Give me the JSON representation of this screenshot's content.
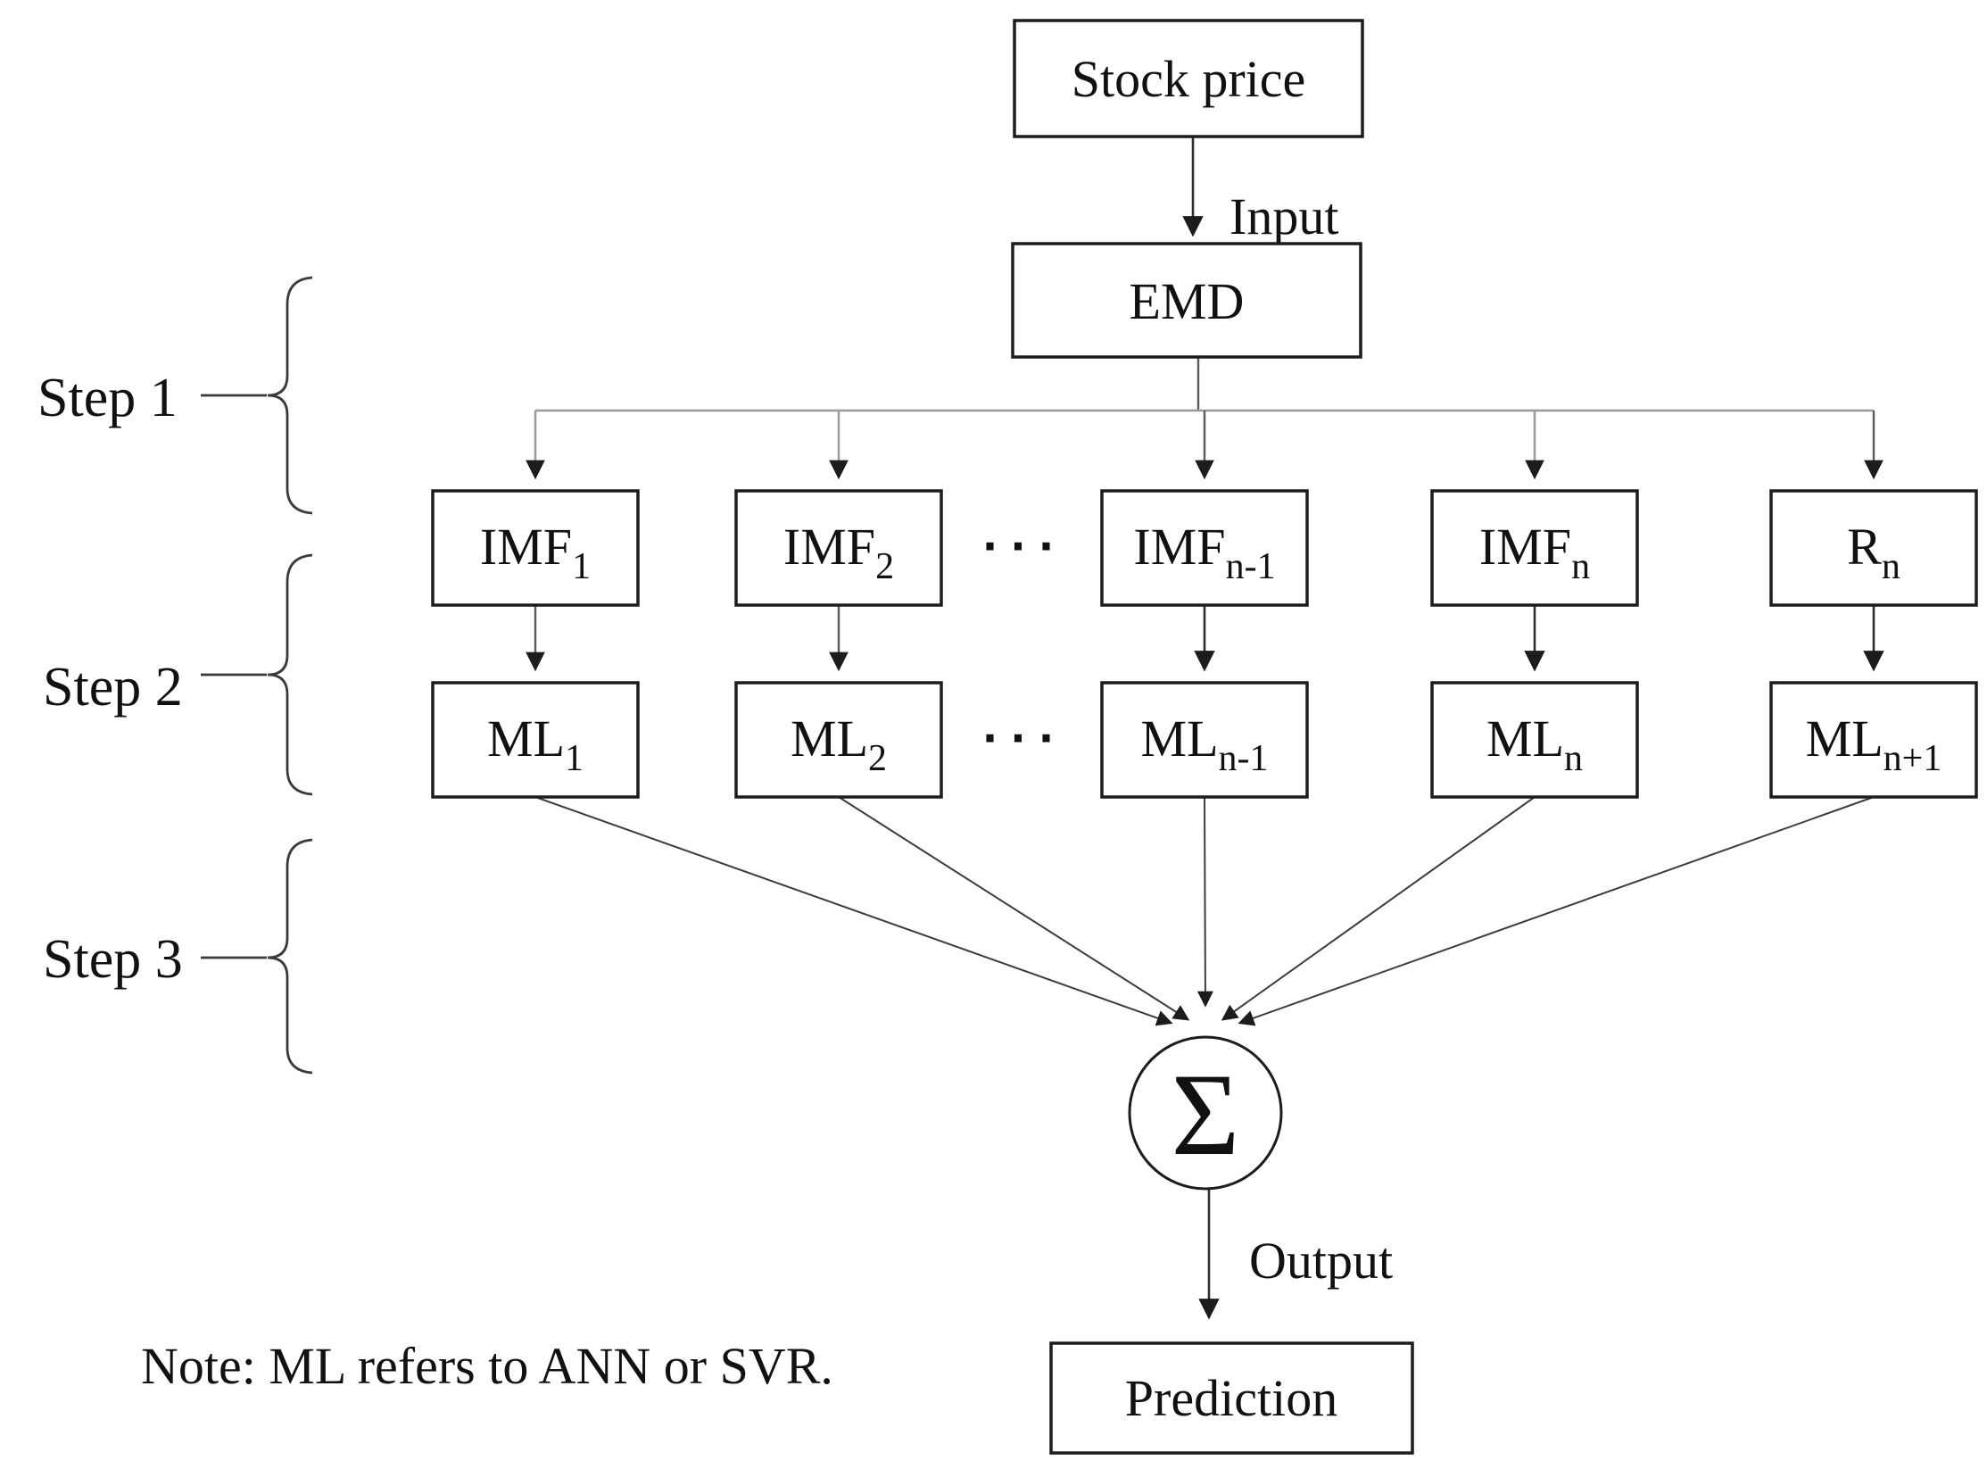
{
  "figure": {
    "top": {
      "stock_label": "Stock price",
      "input_label": "Input",
      "emd_label": "EMD"
    },
    "columns": [
      {
        "imf_base": "IMF",
        "imf_sub": "1",
        "ml_base": "ML",
        "ml_sub": "1"
      },
      {
        "imf_base": "IMF",
        "imf_sub": "2",
        "ml_base": "ML",
        "ml_sub": "2"
      },
      {
        "imf_base": "IMF",
        "imf_sub": "n-1",
        "ml_base": "ML",
        "ml_sub": "n-1"
      },
      {
        "imf_base": "IMF",
        "imf_sub": "n",
        "ml_base": "ML",
        "ml_sub": "n"
      },
      {
        "imf_base": "R",
        "imf_sub": "n",
        "ml_base": "ML",
        "ml_sub": "n+1"
      }
    ],
    "ellipsis": "···",
    "sum_symbol": "Σ",
    "bottom": {
      "output_label": "Output",
      "prediction_label": "Prediction"
    },
    "steps": [
      {
        "label": "Step 1"
      },
      {
        "label": "Step 2"
      },
      {
        "label": "Step 3"
      }
    ],
    "note": "Note: ML refers to ANN or SVR."
  },
  "colors": {
    "background": "#ffffff",
    "text": "#111111",
    "box_border": "#1c1c1c",
    "arrow_dark": "#2e2e2e",
    "arrow_gray": "#9a9a9a",
    "brace": "#3a3a3a"
  }
}
